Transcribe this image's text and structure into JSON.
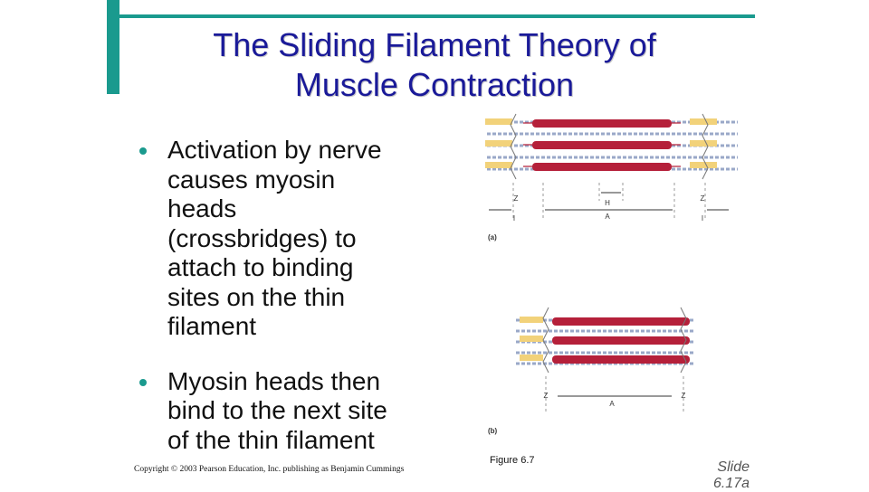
{
  "slide": {
    "title_line1": "The Sliding Filament Theory of",
    "title_line2": "Muscle Contraction",
    "bullets": [
      {
        "lines": [
          "Activation by nerve",
          "causes myosin",
          "heads",
          "(crossbridges) to",
          "attach to binding",
          "sites on the thin",
          "filament"
        ]
      },
      {
        "lines": [
          "Myosin heads then",
          "bind to the next site",
          "of the thin filament"
        ]
      }
    ],
    "copyright": "Copyright © 2003 Pearson Education, Inc. publishing as Benjamin Cummings",
    "figure_label": "Figure 6.7",
    "slide_number": "Slide 6.17a"
  },
  "figure": {
    "panel_a": {
      "label": "(a)",
      "z_left": "Z",
      "z_right": "Z",
      "h": "H",
      "a": "A",
      "i_left": "I",
      "i_right": "I"
    },
    "panel_b": {
      "label": "(b)",
      "z_left": "Z",
      "z_right": "Z",
      "a": "A"
    }
  },
  "colors": {
    "accent": "#1a9a8e",
    "title": "#1a1a99",
    "thick_filament": "#b5203a",
    "thin_filament": "#9aa8c8"
  }
}
